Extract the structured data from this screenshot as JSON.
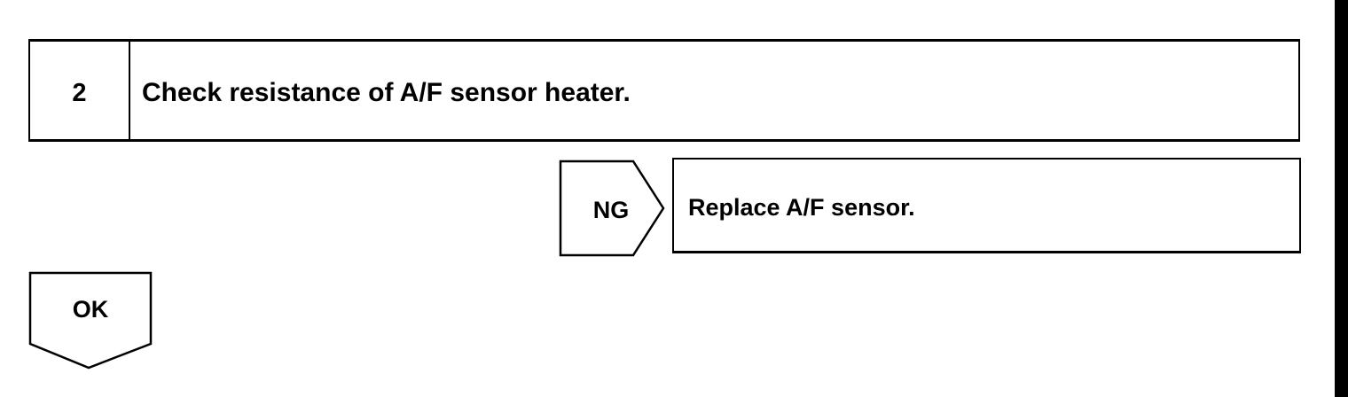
{
  "step": {
    "number": "2",
    "instruction": "Check resistance of A/F sensor heater."
  },
  "ng_branch": {
    "label": "NG",
    "action": "Replace A/F sensor."
  },
  "ok_branch": {
    "label": "OK"
  }
}
